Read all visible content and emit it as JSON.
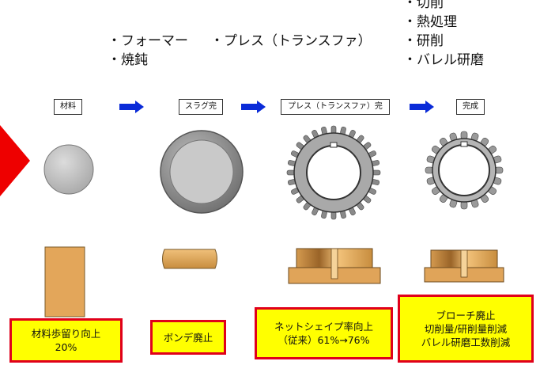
{
  "process_notes": {
    "slug": [
      "・フォーマー",
      "・焼鈍"
    ],
    "press": [
      "・プレス（トランスファ）"
    ],
    "final": [
      "・切削",
      "・熱処理",
      "・研削",
      "・バレル研磨"
    ]
  },
  "stages": [
    {
      "label": "材料"
    },
    {
      "label": "スラグ完"
    },
    {
      "label": "プレス（トランスファ）完"
    },
    {
      "label": "完成"
    }
  ],
  "benefits": [
    {
      "lines": [
        "材料歩留り向上",
        "20%"
      ]
    },
    {
      "lines": [
        "ボンデ廃止"
      ]
    },
    {
      "lines": [
        "ネットシェイプ率向上",
        "（従来）61%→76%"
      ]
    },
    {
      "lines": [
        "ブローチ廃止",
        "切削量/研削量削減",
        "バレル研磨工数削減"
      ]
    }
  ],
  "colors": {
    "arrow_blue": "#0a2bd8",
    "big_arrow_red": "#ee0000",
    "benefit_fill": "#ffff00",
    "benefit_border": "#e0001a",
    "part_copper": "#e3a65a",
    "disc_gray": "#c8c8c8"
  },
  "icons": [
    "blue-right-arrow-icon",
    "red-triangle-arrow-icon"
  ]
}
